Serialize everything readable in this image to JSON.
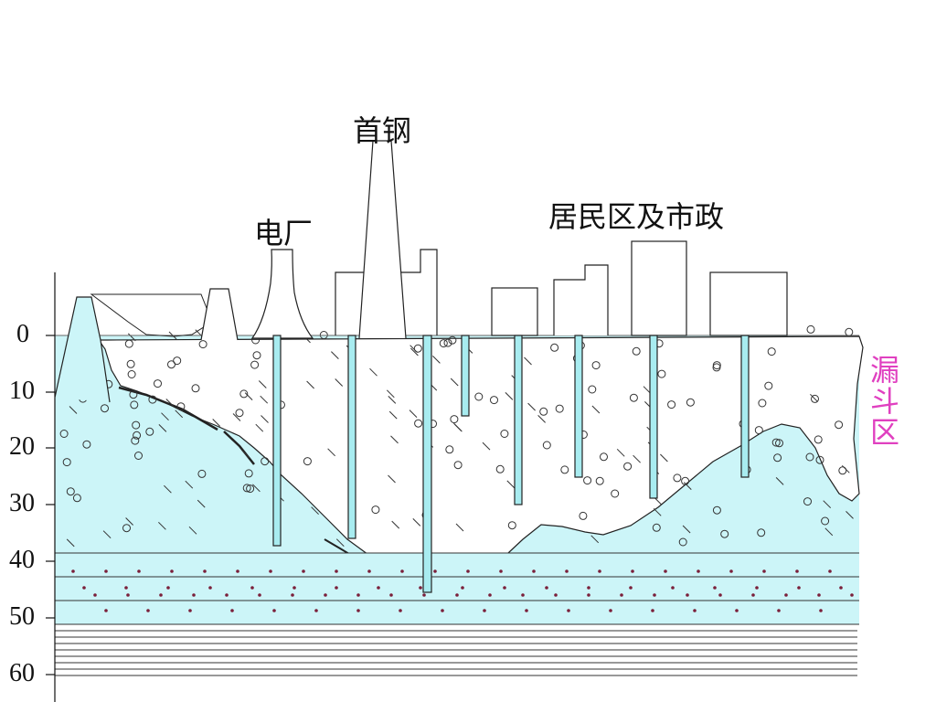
{
  "labels": {
    "steel": "首钢",
    "power_plant": "电厂",
    "residential": "居民区及市政",
    "funnel": "漏斗区"
  },
  "depth_axis": {
    "ticks": [
      "0",
      "10",
      "20",
      "30",
      "40",
      "50",
      "60"
    ]
  },
  "colors": {
    "aquifer": "#ccf5f8",
    "well": "#a8ecf0",
    "outline": "#222222",
    "funnel_text": "#e040c0",
    "gravel_dot": "#7a1f3a"
  }
}
